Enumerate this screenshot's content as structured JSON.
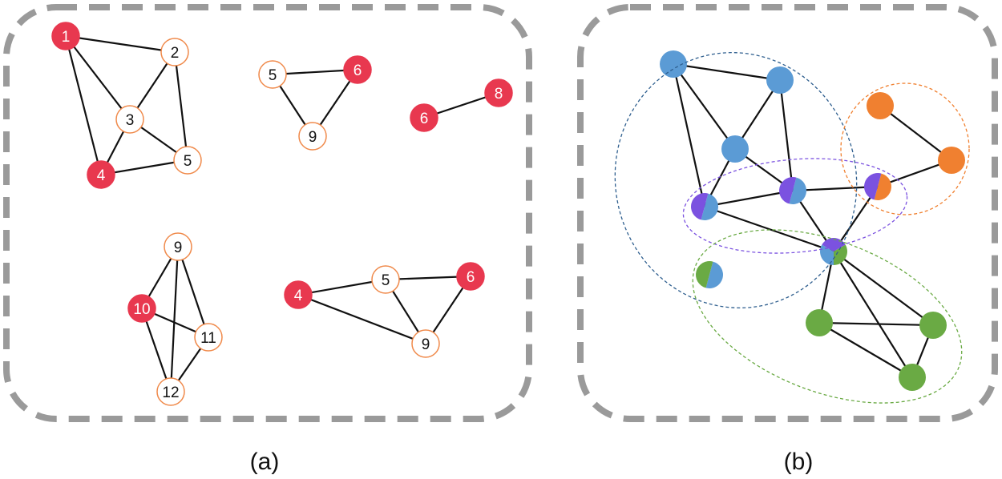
{
  "colors": {
    "highlight": "#e8384f",
    "plain_stroke": "#f08a4b",
    "blue": "#5b9bd5",
    "purple": "#7b52e0",
    "orange": "#f08030",
    "green": "#6aaa44",
    "community_blue": "#2f5f8f",
    "community_purple": "#7b52e0",
    "community_orange": "#f08030",
    "community_green": "#6aaa44"
  },
  "panel_a": {
    "caption": "(a)",
    "subgraphs": [
      {
        "nodes": [
          {
            "id": "a1-1",
            "label": "1",
            "highlighted": true
          },
          {
            "id": "a1-2",
            "label": "2",
            "highlighted": false
          },
          {
            "id": "a1-3",
            "label": "3",
            "highlighted": false
          },
          {
            "id": "a1-4",
            "label": "4",
            "highlighted": true
          },
          {
            "id": "a1-5",
            "label": "5",
            "highlighted": false
          }
        ],
        "edges": [
          [
            "1",
            "2"
          ],
          [
            "1",
            "3"
          ],
          [
            "1",
            "4"
          ],
          [
            "2",
            "3"
          ],
          [
            "2",
            "5"
          ],
          [
            "3",
            "4"
          ],
          [
            "3",
            "5"
          ],
          [
            "4",
            "5"
          ]
        ]
      },
      {
        "nodes": [
          {
            "id": "a2-5",
            "label": "5",
            "highlighted": false
          },
          {
            "id": "a2-6",
            "label": "6",
            "highlighted": true
          },
          {
            "id": "a2-9",
            "label": "9",
            "highlighted": false
          }
        ],
        "edges": [
          [
            "5",
            "6"
          ],
          [
            "5",
            "9"
          ],
          [
            "6",
            "9"
          ]
        ]
      },
      {
        "nodes": [
          {
            "id": "a3-6",
            "label": "6",
            "highlighted": true
          },
          {
            "id": "a3-8",
            "label": "8",
            "highlighted": true
          }
        ],
        "edges": [
          [
            "6",
            "8"
          ]
        ]
      },
      {
        "nodes": [
          {
            "id": "a4-9",
            "label": "9",
            "highlighted": false
          },
          {
            "id": "a4-10",
            "label": "10",
            "highlighted": true
          },
          {
            "id": "a4-11",
            "label": "11",
            "highlighted": false
          },
          {
            "id": "a4-12",
            "label": "12",
            "highlighted": false
          }
        ],
        "edges": [
          [
            "9",
            "10"
          ],
          [
            "9",
            "11"
          ],
          [
            "9",
            "12"
          ],
          [
            "10",
            "11"
          ],
          [
            "10",
            "12"
          ],
          [
            "11",
            "12"
          ]
        ]
      },
      {
        "nodes": [
          {
            "id": "a5-4",
            "label": "4",
            "highlighted": true
          },
          {
            "id": "a5-5",
            "label": "5",
            "highlighted": false
          },
          {
            "id": "a5-6",
            "label": "6",
            "highlighted": true
          },
          {
            "id": "a5-9",
            "label": "9",
            "highlighted": false
          }
        ],
        "edges": [
          [
            "4",
            "5"
          ],
          [
            "4",
            "9"
          ],
          [
            "5",
            "6"
          ],
          [
            "5",
            "9"
          ],
          [
            "6",
            "9"
          ]
        ]
      }
    ]
  },
  "panel_b": {
    "caption": "(b)",
    "nodes": [
      {
        "id": "b1",
        "colors": [
          "blue"
        ]
      },
      {
        "id": "b2",
        "colors": [
          "blue"
        ]
      },
      {
        "id": "b3",
        "colors": [
          "blue"
        ]
      },
      {
        "id": "b4",
        "colors": [
          "blue",
          "purple"
        ]
      },
      {
        "id": "b5",
        "colors": [
          "blue",
          "purple"
        ]
      },
      {
        "id": "b6",
        "colors": [
          "orange",
          "purple"
        ]
      },
      {
        "id": "b7",
        "colors": [
          "orange"
        ]
      },
      {
        "id": "b8",
        "colors": [
          "orange"
        ]
      },
      {
        "id": "b9",
        "colors": [
          "blue",
          "purple",
          "green"
        ]
      },
      {
        "id": "b10",
        "colors": [
          "blue",
          "green"
        ]
      },
      {
        "id": "b11",
        "colors": [
          "green"
        ]
      },
      {
        "id": "b12",
        "colors": [
          "green"
        ]
      },
      {
        "id": "b13",
        "colors": [
          "green"
        ]
      }
    ],
    "edges": [
      [
        "b1",
        "b2"
      ],
      [
        "b1",
        "b3"
      ],
      [
        "b1",
        "b4"
      ],
      [
        "b2",
        "b3"
      ],
      [
        "b2",
        "b5"
      ],
      [
        "b3",
        "b5"
      ],
      [
        "b4",
        "b5"
      ],
      [
        "b4",
        "b3"
      ],
      [
        "b5",
        "b6"
      ],
      [
        "b5",
        "b9"
      ],
      [
        "b4",
        "b9"
      ],
      [
        "b6",
        "b8"
      ],
      [
        "b6",
        "b9"
      ],
      [
        "b7",
        "b8"
      ],
      [
        "b9",
        "b11"
      ],
      [
        "b9",
        "b12"
      ],
      [
        "b9",
        "b13"
      ],
      [
        "b11",
        "b12"
      ],
      [
        "b11",
        "b13"
      ],
      [
        "b12",
        "b13"
      ]
    ],
    "communities": [
      "blue",
      "purple",
      "orange",
      "green"
    ]
  }
}
